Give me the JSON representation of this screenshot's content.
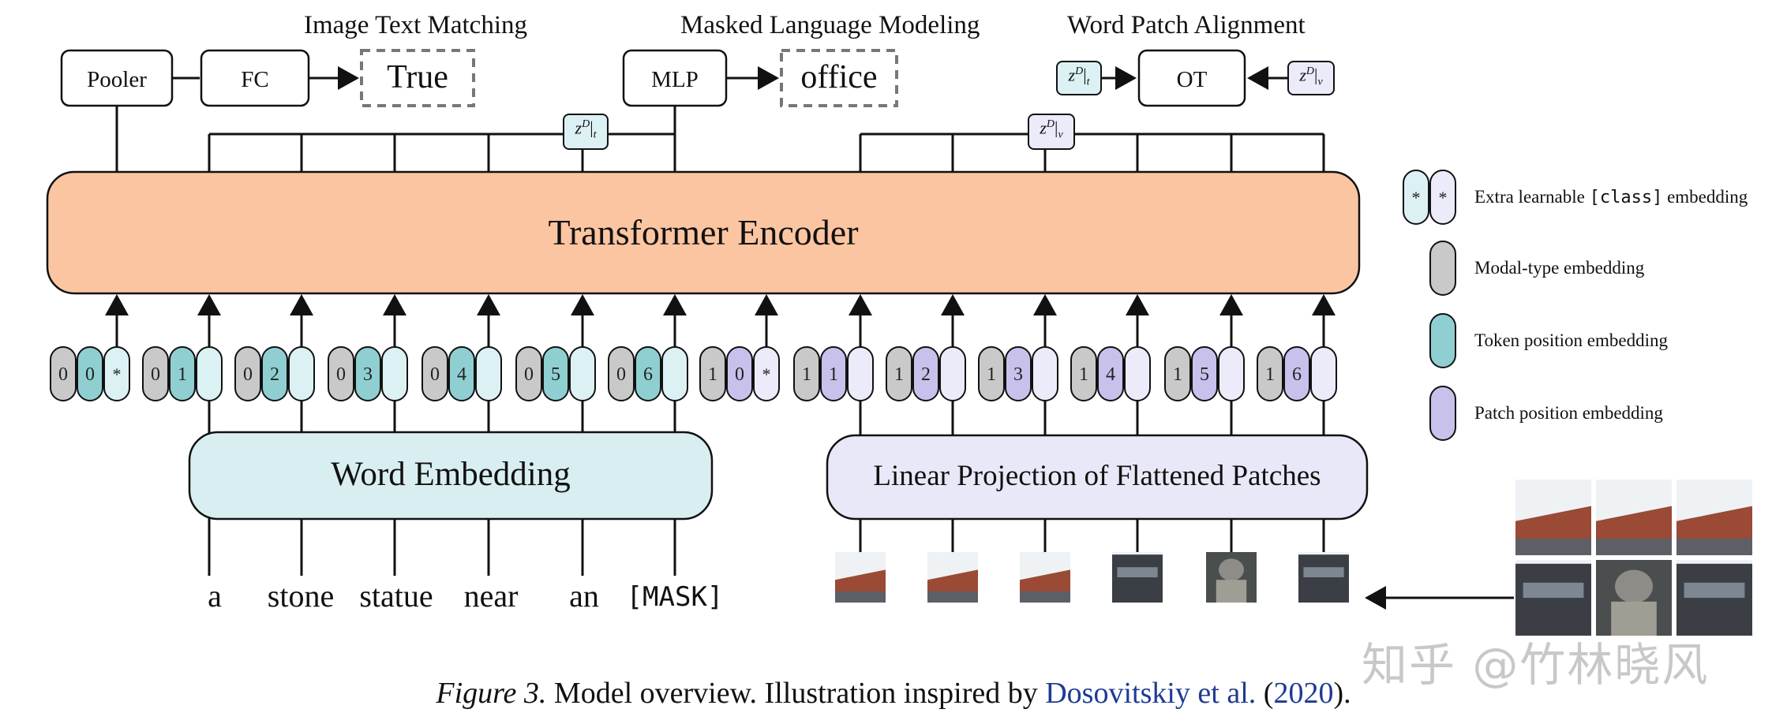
{
  "heads": {
    "itm": {
      "title": "Image Text Matching",
      "pooler": "Pooler",
      "fc": "FC",
      "output": "True"
    },
    "mlm": {
      "title": "Masked Language Modeling",
      "mlp": "MLP",
      "output": "office"
    },
    "wpa": {
      "title": "Word Patch Alignment",
      "ot": "OT"
    }
  },
  "z_text": {
    "base": "z",
    "sup": "D",
    "sub": "t"
  },
  "z_visual": {
    "base": "z",
    "sup": "D",
    "sub": "v"
  },
  "transformer": "Transformer Encoder",
  "word_embedding": "Word Embedding",
  "linear_projection": "Linear Projection of Flattened Patches",
  "words": [
    "a",
    "stone",
    "statue",
    "near",
    "an",
    "[MASK]"
  ],
  "text_tokens": [
    {
      "modal": "0",
      "pos": "0",
      "content": "*"
    },
    {
      "modal": "0",
      "pos": "1",
      "content": ""
    },
    {
      "modal": "0",
      "pos": "2",
      "content": ""
    },
    {
      "modal": "0",
      "pos": "3",
      "content": ""
    },
    {
      "modal": "0",
      "pos": "4",
      "content": ""
    },
    {
      "modal": "0",
      "pos": "5",
      "content": ""
    },
    {
      "modal": "0",
      "pos": "6",
      "content": ""
    }
  ],
  "image_tokens": [
    {
      "modal": "1",
      "pos": "0",
      "content": "*"
    },
    {
      "modal": "1",
      "pos": "1",
      "content": ""
    },
    {
      "modal": "1",
      "pos": "2",
      "content": ""
    },
    {
      "modal": "1",
      "pos": "3",
      "content": ""
    },
    {
      "modal": "1",
      "pos": "4",
      "content": ""
    },
    {
      "modal": "1",
      "pos": "5",
      "content": ""
    },
    {
      "modal": "1",
      "pos": "6",
      "content": ""
    }
  ],
  "legend": [
    {
      "label_pre": "Extra learnable ",
      "label_code": "[class]",
      "label_post": " embedding"
    },
    {
      "label_pre": "Modal-type embedding",
      "label_code": "",
      "label_post": ""
    },
    {
      "label_pre": "Token position embedding",
      "label_code": "",
      "label_post": ""
    },
    {
      "label_pre": "Patch position embedding",
      "label_code": "",
      "label_post": ""
    }
  ],
  "caption": {
    "figure": "Figure 3.",
    "text": " Model overview. Illustration inspired by ",
    "cite_author": "Dosovitskiy et al.",
    "cite_open": " (",
    "cite_year": "2020",
    "cite_close": ")."
  },
  "watermark": "知乎 @竹林晓风",
  "colors": {
    "transformer": "#fcc5a1",
    "word_embedding": "#d9eef1",
    "linear_projection": "#e9e8f8",
    "modal_type": "#c9c9c9",
    "token_position": "#8fcfd2",
    "patch_position": "#c8c1ec",
    "text_content": "#dcf1f4",
    "image_content": "#ecebfa",
    "citation": "#1f3a93"
  }
}
